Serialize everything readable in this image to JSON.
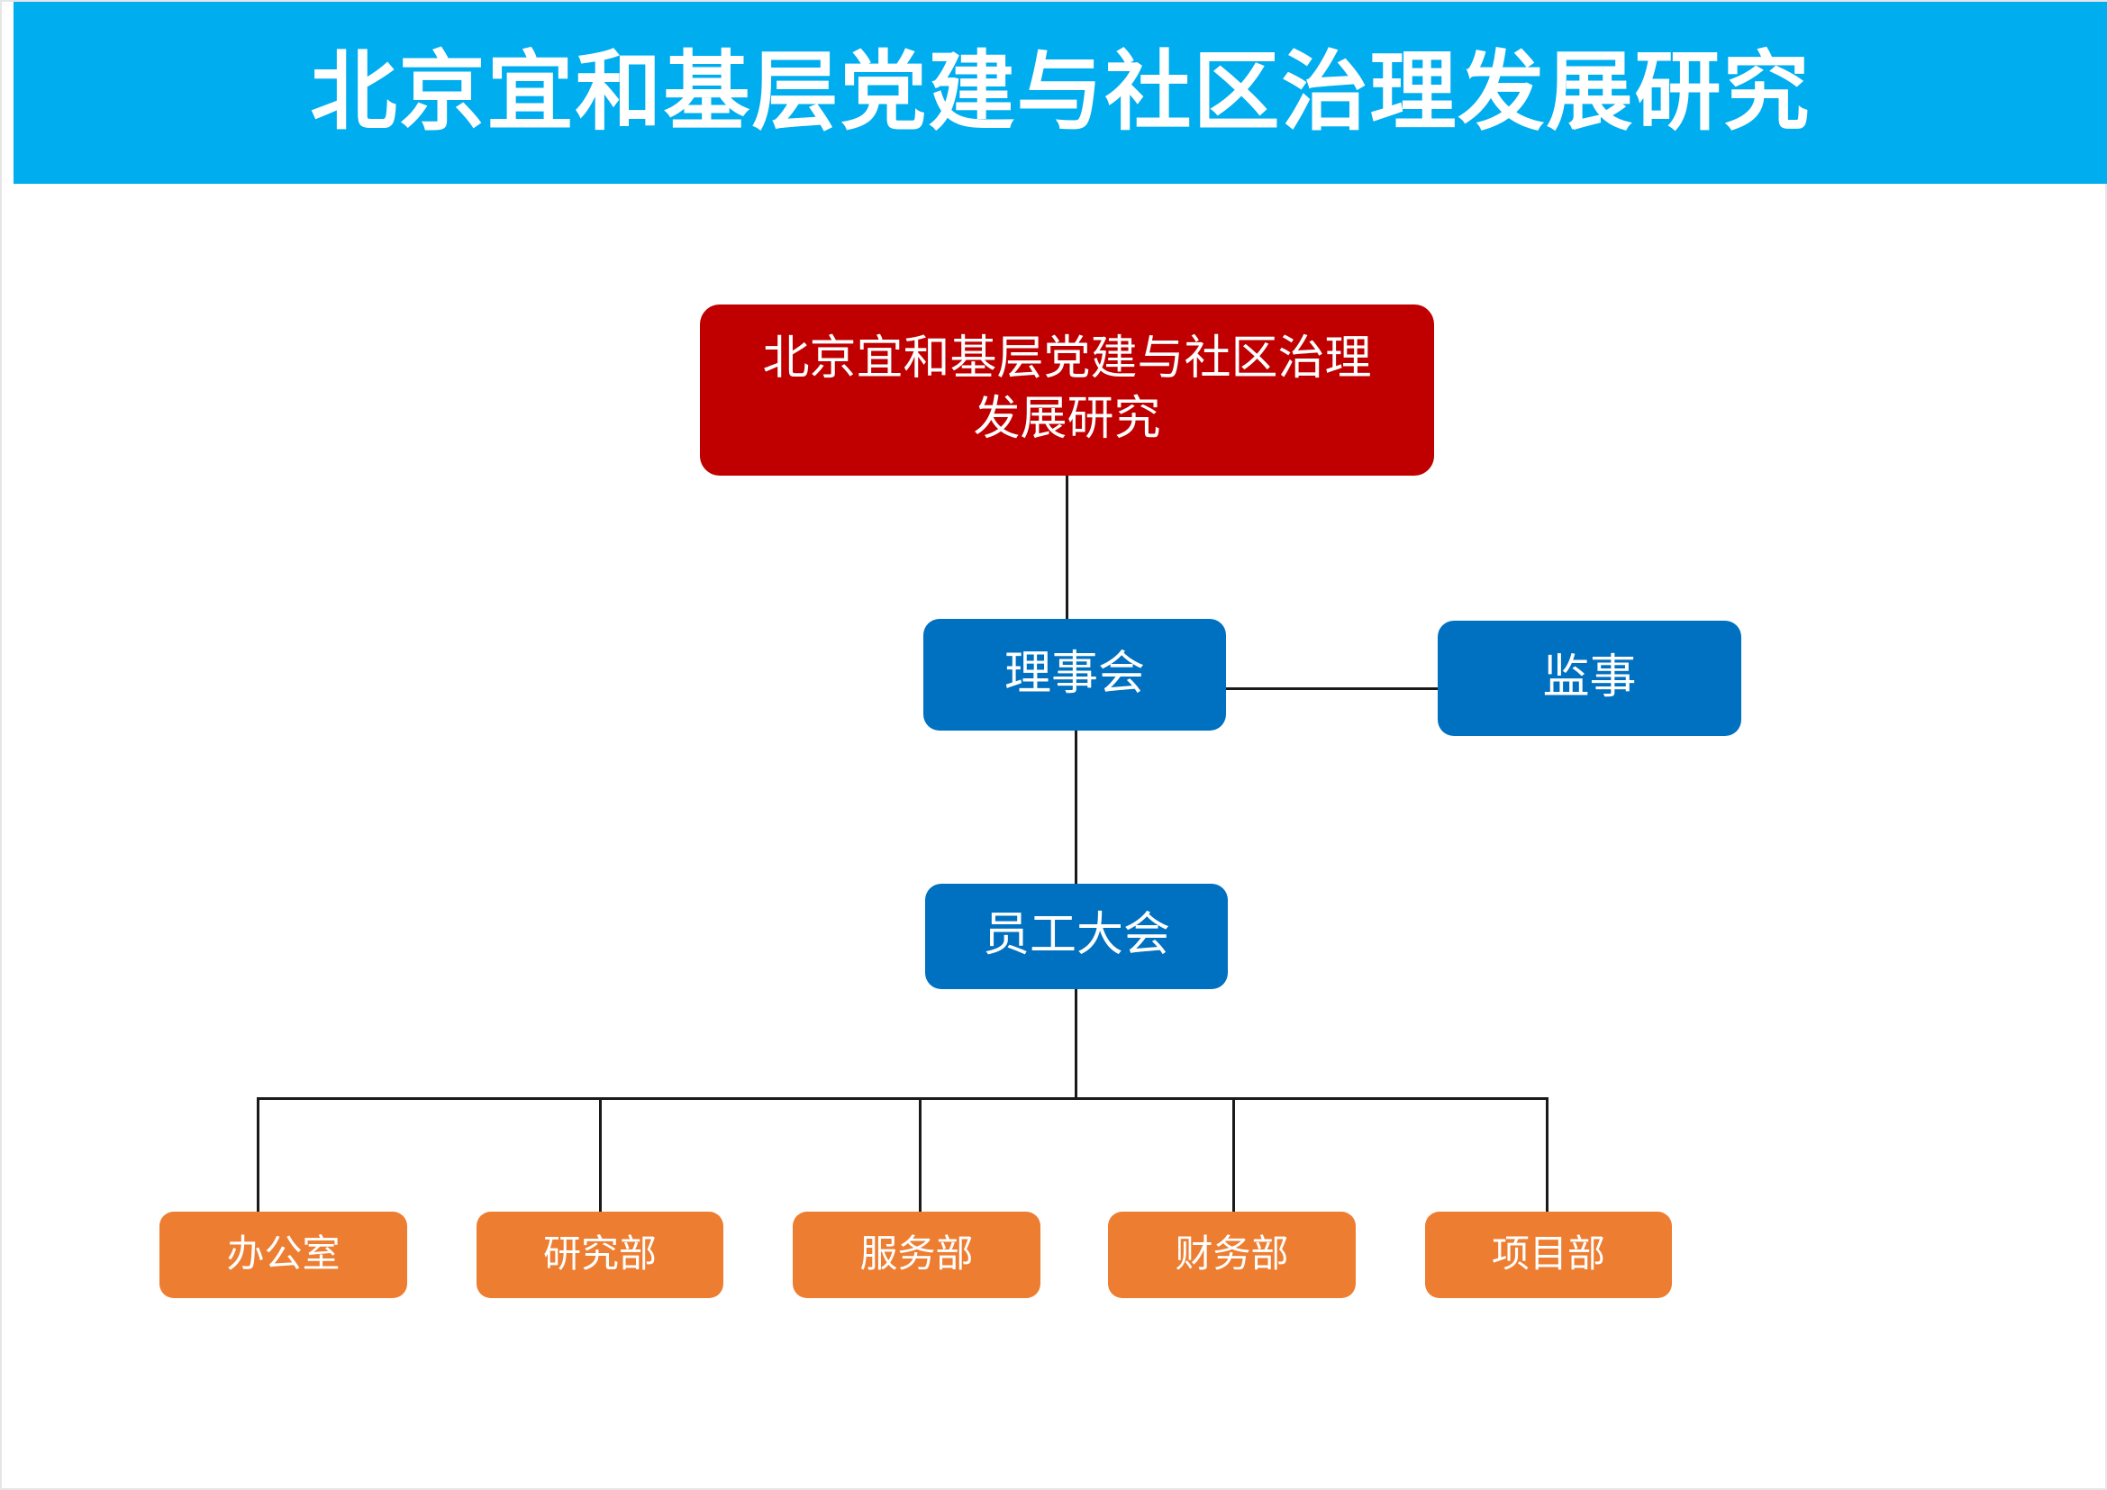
{
  "header": {
    "title": "北京宜和基层党建与社区治理发展研究",
    "background_color": "#00ADEF",
    "text_color": "#FFFFFF"
  },
  "colors": {
    "root": "#C00000",
    "level2": "#0070C0",
    "departments": "#ED7D31",
    "connector": "#1A1A1A",
    "page_background": "#FFFFFF"
  },
  "chart_data": {
    "type": "diagram",
    "diagram_kind": "organization-chart",
    "title": "北京宜和基层党建与社区治理发展研究",
    "nodes": [
      {
        "id": "root",
        "label": "北京宜和基层党建与社区治理发展研究",
        "line1": "北京宜和基层党建与社区治理",
        "line2": "发展研究",
        "level": 0,
        "color": "#C00000"
      },
      {
        "id": "board",
        "label": "理事会",
        "level": 1,
        "color": "#0070C0"
      },
      {
        "id": "supervisor",
        "label": "监事",
        "level": 1,
        "color": "#0070C0"
      },
      {
        "id": "assembly",
        "label": "员工大会",
        "level": 2,
        "color": "#0070C0"
      },
      {
        "id": "office",
        "label": "办公室",
        "level": 3,
        "color": "#ED7D31"
      },
      {
        "id": "research",
        "label": "研究部",
        "level": 3,
        "color": "#ED7D31"
      },
      {
        "id": "service",
        "label": "服务部",
        "level": 3,
        "color": "#ED7D31"
      },
      {
        "id": "finance",
        "label": "财务部",
        "level": 3,
        "color": "#ED7D31"
      },
      {
        "id": "project",
        "label": "项目部",
        "level": 3,
        "color": "#ED7D31"
      }
    ],
    "edges": [
      {
        "from": "root",
        "to": "board",
        "style": "vertical"
      },
      {
        "from": "board",
        "to": "supervisor",
        "style": "horizontal"
      },
      {
        "from": "board",
        "to": "assembly",
        "style": "vertical"
      },
      {
        "from": "assembly",
        "to": "office",
        "style": "elbow"
      },
      {
        "from": "assembly",
        "to": "research",
        "style": "elbow"
      },
      {
        "from": "assembly",
        "to": "service",
        "style": "elbow"
      },
      {
        "from": "assembly",
        "to": "finance",
        "style": "elbow"
      },
      {
        "from": "assembly",
        "to": "project",
        "style": "elbow"
      }
    ]
  },
  "nodes": {
    "root": {
      "line1": "北京宜和基层党建与社区治理",
      "line2": "发展研究"
    },
    "board": {
      "label": "理事会"
    },
    "supervisor": {
      "label": "监事"
    },
    "assembly": {
      "label": "员工大会"
    },
    "departments": [
      {
        "label": "办公室"
      },
      {
        "label": "研究部"
      },
      {
        "label": "服务部"
      },
      {
        "label": "财务部"
      },
      {
        "label": "项目部"
      }
    ]
  }
}
